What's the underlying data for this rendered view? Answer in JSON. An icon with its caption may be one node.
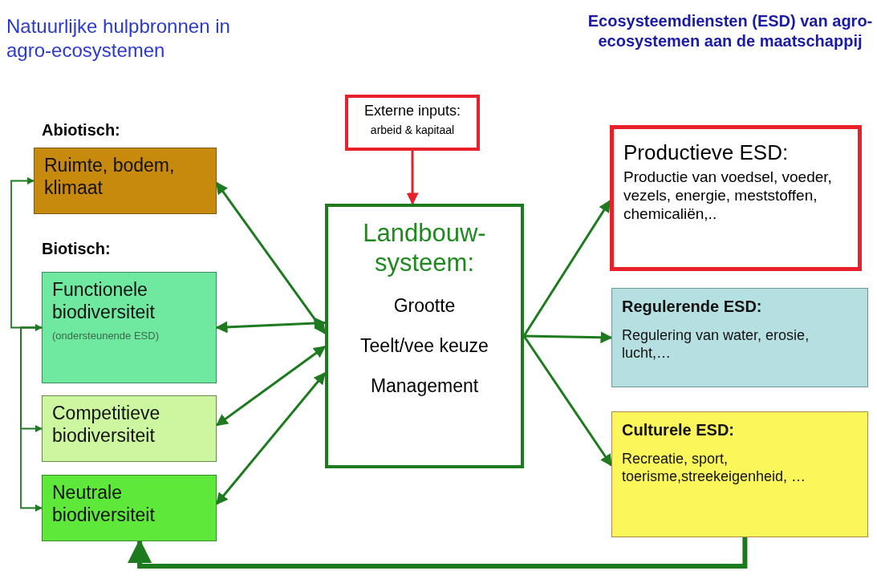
{
  "diagram": {
    "nodes": [
      {
        "text": [
          "Externe inputs:",
          "arbeid & kapitaal"
        ]
      },
      {
        "text": [
          "Ruimte, bodem, klimaat"
        ]
      },
      {
        "text": [
          "Functionele biodiversiteit",
          "(ondersteunende ESD)"
        ]
      },
      {
        "text": [
          "Competitieve biodiversiteit"
        ]
      },
      {
        "text": [
          "Neutrale biodiversiteit"
        ]
      },
      {
        "text": [
          "Landbouw- systeem:",
          "Grootte",
          "Teelt/vee keuze",
          "Management"
        ]
      },
      {
        "text": [
          "Productieve ESD:",
          "Productie van voedsel, voeder, vezels, energie, meststoffen, chemicaliën,.."
        ]
      },
      {
        "text": [
          "Regulerende ESD:",
          "Regulering van water, erosie, lucht,…"
        ]
      },
      {
        "text": [
          "Culturele ESD:",
          "Recreatie, sport, toerisme,streekeigenheid, …"
        ]
      }
    ],
    "edges": [
      {
        "from": 0,
        "to": 5,
        "arrow": "to",
        "color": "#e8202a"
      },
      {
        "from": 1,
        "to": 5,
        "arrow": "both"
      },
      {
        "from": 2,
        "to": 5,
        "arrow": "both"
      },
      {
        "from": 3,
        "to": 5,
        "arrow": "both"
      },
      {
        "from": 4,
        "to": 5,
        "arrow": "both"
      },
      {
        "from": 5,
        "to": 6,
        "arrow": "to"
      },
      {
        "from": 5,
        "to": 7,
        "arrow": "to"
      },
      {
        "from": 5,
        "to": 8,
        "arrow": "to"
      },
      {
        "from": 8,
        "to": 4,
        "arrow": "to",
        "style": "thick"
      },
      {
        "from": 1,
        "to": 2,
        "arrow": "both"
      },
      {
        "from": 2,
        "to": 3,
        "arrow": "to"
      },
      {
        "from": 2,
        "to": 4,
        "arrow": "to"
      }
    ],
    "labels": [
      "Natuurlijke hulpbronnen in agro-ecosystemen",
      "Ecosysteemdiensten (ESD) van agro-ecosystemen aan de maatschappij",
      "Abiotisch:",
      "Biotisch:"
    ]
  }
}
